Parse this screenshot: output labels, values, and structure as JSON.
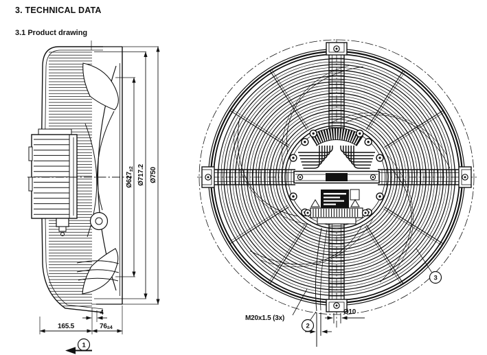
{
  "document": {
    "section_title": "3. TECHNICAL DATA",
    "subsection_title": "3.1 Product drawing"
  },
  "side_view": {
    "dim_impeller_diameter": "Ø627",
    "dim_impeller_tolerance": "±2",
    "dim_guard_ring_diameter": "Ø717.2",
    "dim_overall_diameter": "Ø750",
    "dim_total_depth": "165.5",
    "dim_housing_depth": "76",
    "dim_housing_depth_tolerance": "±4",
    "dim_flange_thickness": "4",
    "callout_airflow_direction": "1"
  },
  "front_view": {
    "label_cable_gland": "M20x1.5 (3x)",
    "label_mounting_hole": "Ø10",
    "callout_cable": "2",
    "callout_guard_grille": "3"
  }
}
